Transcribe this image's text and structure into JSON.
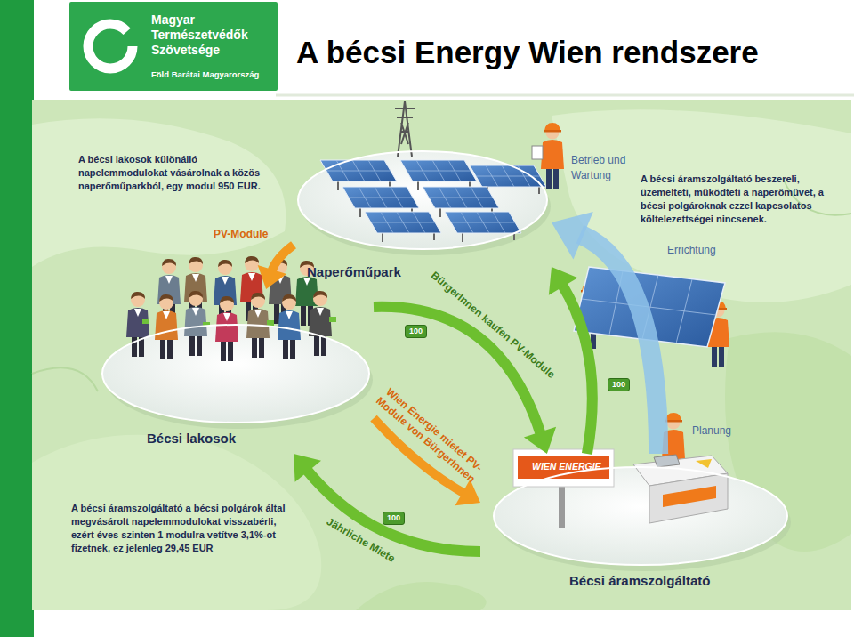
{
  "diagram": {
    "title": "A bécsi Energy Wien rendszere",
    "nodes": [
      {
        "text": [
          "Magyar Természetvédők Szövetsége",
          "Föld Barátai Magyarország"
        ]
      },
      {
        "text": [
          "Naperőműpark"
        ]
      },
      {
        "text": [
          "Bécsi lakosok"
        ]
      },
      {
        "text": [
          "Bécsi áramszolgáltató"
        ]
      }
    ],
    "edges": [
      {
        "from": 1,
        "to": 2,
        "label": "PV-Module",
        "arrow": "to"
      },
      {
        "from": 2,
        "to": 3,
        "label": "BürgerInnen kaufen PV-Module",
        "arrow": "to"
      },
      {
        "from": 2,
        "to": 3,
        "label": "Wien Energie mietet PV-Module von BürgerInnen",
        "arrow": "to"
      },
      {
        "from": 3,
        "to": 2,
        "label": "Jährliche Miete",
        "arrow": "to"
      },
      {
        "from": 3,
        "to": 1,
        "arrow": "to"
      },
      {
        "from": 3,
        "to": 1,
        "label": "Errichtung",
        "arrow": "to"
      }
    ],
    "labels": [
      "A bécsi lakosok különálló napelemmodulokat vásárolnak a közös naperőműparkból, egy modul 950 EUR.",
      "Betrieb und Wartung",
      "A bécsi áramszolgáltató beszereli, üzemelteti, működteti a naperőművet, a bécsi polgároknak ezzel kapcsolatos költelezettségei nincsenek.",
      "Planung",
      "A bécsi áramszolgáltató a bécsi polgárok által megvásárolt napelemmodulokat visszabérli, ezért éves szinten 1 modulra vetítve 3,1%-ot fizetnek, ez jelenleg 29,45 EUR",
      "WIEN ENERGIE",
      "100",
      "100",
      "100"
    ]
  }
}
